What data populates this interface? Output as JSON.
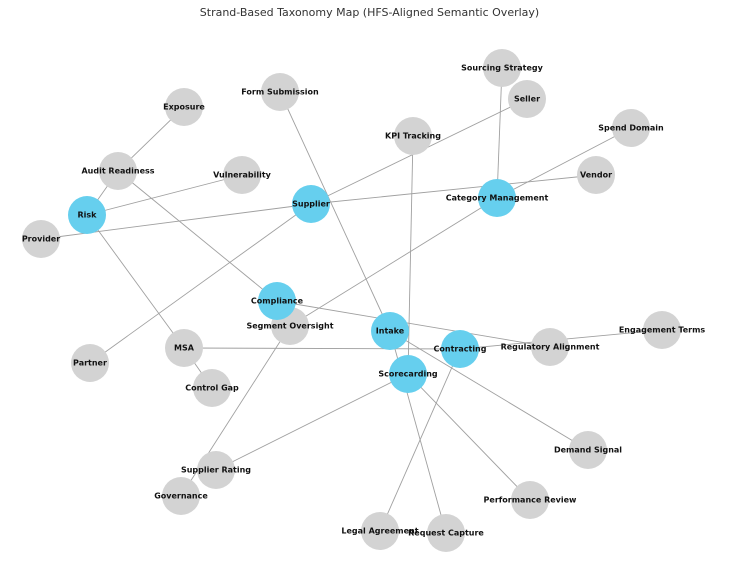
{
  "title": "Strand-Based Taxonomy Map (HFS-Aligned Semantic Overlay)",
  "colors": {
    "core": "#66cfee",
    "other": "#d3d3d3",
    "edge": "#a0a0a0"
  },
  "nodes": [
    {
      "label": "Sourcing Strategy",
      "type": "other"
    },
    {
      "label": "Seller",
      "type": "other"
    },
    {
      "label": "Exposure",
      "type": "other"
    },
    {
      "label": "Form Submission",
      "type": "other"
    },
    {
      "label": "KPI Tracking",
      "type": "other"
    },
    {
      "label": "Spend Domain",
      "type": "other"
    },
    {
      "label": "Audit Readiness",
      "type": "other"
    },
    {
      "label": "Vulnerability",
      "type": "other"
    },
    {
      "label": "Vendor",
      "type": "other"
    },
    {
      "label": "Supplier",
      "type": "core"
    },
    {
      "label": "Category Management",
      "type": "core"
    },
    {
      "label": "Risk",
      "type": "core"
    },
    {
      "label": "Provider",
      "type": "other"
    },
    {
      "label": "Segment Oversight",
      "type": "other"
    },
    {
      "label": "Compliance",
      "type": "core"
    },
    {
      "label": "Intake",
      "type": "core"
    },
    {
      "label": "Contracting",
      "type": "core"
    },
    {
      "label": "Regulatory Alignment",
      "type": "other"
    },
    {
      "label": "Engagement Terms",
      "type": "other"
    },
    {
      "label": "MSA",
      "type": "other"
    },
    {
      "label": "Partner",
      "type": "other"
    },
    {
      "label": "Control Gap",
      "type": "other"
    },
    {
      "label": "Scorecarding",
      "type": "core"
    },
    {
      "label": "Demand Signal",
      "type": "other"
    },
    {
      "label": "Supplier Rating",
      "type": "other"
    },
    {
      "label": "Governance",
      "type": "other"
    },
    {
      "label": "Performance Review",
      "type": "other"
    },
    {
      "label": "Legal Agreement",
      "type": "other"
    },
    {
      "label": "Request Capture",
      "type": "other"
    }
  ],
  "edges": [
    [
      "Exposure",
      "Audit Readiness"
    ],
    [
      "Audit Readiness",
      "Risk"
    ],
    [
      "Audit Readiness",
      "Compliance"
    ],
    [
      "Risk",
      "Vulnerability"
    ],
    [
      "Risk",
      "MSA"
    ],
    [
      "Provider",
      "Supplier"
    ],
    [
      "Supplier",
      "Seller"
    ],
    [
      "Supplier",
      "Vendor"
    ],
    [
      "Supplier",
      "Partner"
    ],
    [
      "Form Submission",
      "Intake"
    ],
    [
      "KPI Tracking",
      "Scorecarding"
    ],
    [
      "Sourcing Strategy",
      "Category Management"
    ],
    [
      "Spend Domain",
      "Category Management"
    ],
    [
      "Category Management",
      "Segment Oversight"
    ],
    [
      "Compliance",
      "Regulatory Alignment"
    ],
    [
      "Intake",
      "Demand Signal"
    ],
    [
      "Intake",
      "Request Capture"
    ],
    [
      "MSA",
      "Contracting"
    ],
    [
      "MSA",
      "Control Gap"
    ],
    [
      "Engagement Terms",
      "Contracting"
    ],
    [
      "Scorecarding",
      "Supplier Rating"
    ],
    [
      "Scorecarding",
      "Performance Review"
    ],
    [
      "Contracting",
      "Legal Agreement"
    ],
    [
      "Segment Oversight",
      "Governance"
    ]
  ]
}
